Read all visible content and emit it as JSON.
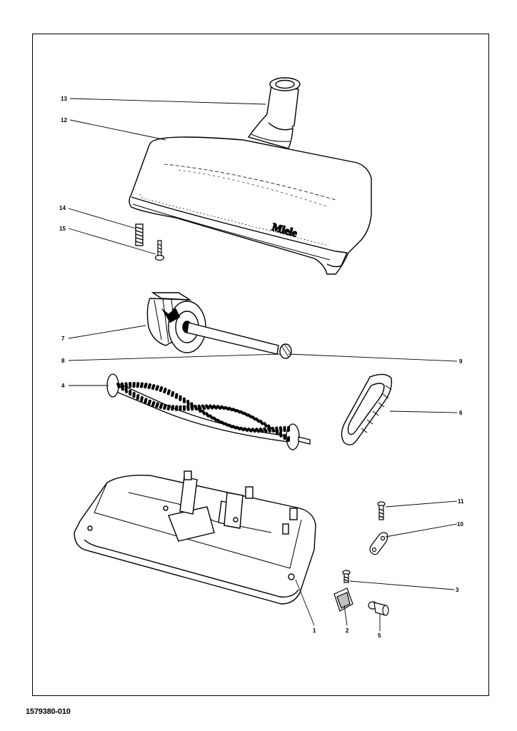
{
  "drawing": {
    "brand_label": "Miele",
    "document_number": "1579380-010",
    "callouts": [
      {
        "id": "callout-1",
        "label": "1"
      },
      {
        "id": "callout-2",
        "label": "2"
      },
      {
        "id": "callout-3",
        "label": "3"
      },
      {
        "id": "callout-4",
        "label": "4"
      },
      {
        "id": "callout-5",
        "label": "5"
      },
      {
        "id": "callout-6",
        "label": "6"
      },
      {
        "id": "callout-7",
        "label": "7"
      },
      {
        "id": "callout-8",
        "label": "8"
      },
      {
        "id": "callout-9",
        "label": "9"
      },
      {
        "id": "callout-10",
        "label": "10"
      },
      {
        "id": "callout-11",
        "label": "11"
      },
      {
        "id": "callout-12",
        "label": "12"
      },
      {
        "id": "callout-13",
        "label": "13"
      },
      {
        "id": "callout-14",
        "label": "14"
      },
      {
        "id": "callout-15",
        "label": "15"
      }
    ]
  }
}
